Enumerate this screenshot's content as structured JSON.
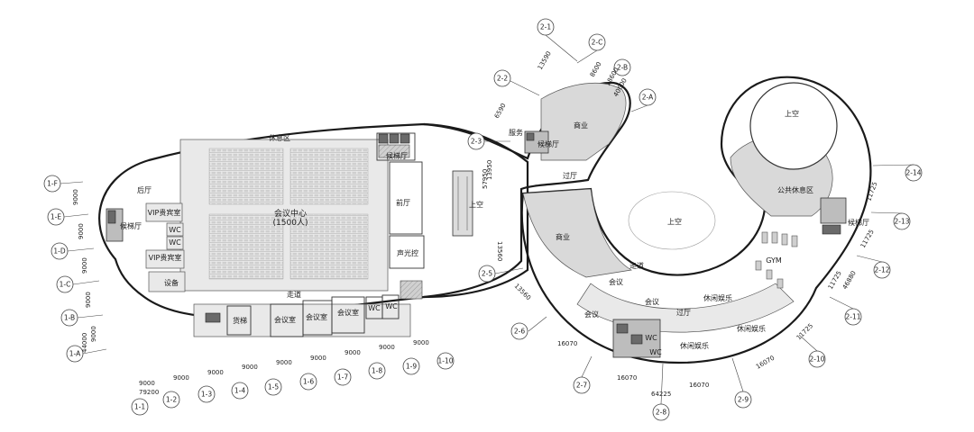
{
  "rooms": {
    "lounge_top": "休息区",
    "back_hall": "后厅",
    "vip1": "VIP贵宾室",
    "wc_a": "WC",
    "wc_b": "WC",
    "vip2": "VIP贵宾室",
    "equipment": "设备",
    "elevator_hall_left": "候梯厅",
    "conference_center": "会议中心",
    "conference_capacity": "(1500人)",
    "front_hall": "前厅",
    "av_control": "声光控",
    "corridor_left": "走道",
    "freight_elevator": "货梯",
    "meeting_room_1": "会议室",
    "meeting_room_2": "会议室",
    "meeting_room_3": "会议室",
    "wc_c": "WC",
    "wc_d": "WC",
    "elevator_hall_top": "候梯厅",
    "service": "服务",
    "commercial_top": "商业",
    "elevator_hall_mid": "候梯厅",
    "transition_top": "过厅",
    "void_link": "上空",
    "commercial_mid": "商业",
    "corridor_right": "走道",
    "meeting_a": "会议",
    "meeting_b": "会议",
    "meeting_c": "会议",
    "transition_bottom": "过厅",
    "leisure_1": "休闲娱乐",
    "leisure_2": "休闲娱乐",
    "leisure_3": "休闲娱乐",
    "wc_e": "WC",
    "wc_f": "WC",
    "void_center": "上空",
    "void_top_right": "上空",
    "public_lounge": "公共休息区",
    "elevator_hall_right": "候梯厅",
    "gym": "GYM"
  },
  "grid_left_cols": [
    "1-1",
    "1-2",
    "1-3",
    "1-4",
    "1-5",
    "1-6",
    "1-7",
    "1-8",
    "1-9",
    "1-10"
  ],
  "grid_left_rows": [
    "1-F",
    "1-E",
    "1-D",
    "1-C",
    "1-B",
    "1-A"
  ],
  "grid_right": [
    "2-1",
    "2-C",
    "2-B",
    "2-2",
    "2-A",
    "2-3",
    "2-5",
    "2-6",
    "2-7",
    "2-8",
    "2-9",
    "2-10",
    "2-11",
    "2-12",
    "2-13",
    "2-14"
  ],
  "dims": {
    "bay": "9000",
    "total_x": "79200",
    "total_y": "44000",
    "d_13590": "13590",
    "d_8600": "8600",
    "d_18600": "18600",
    "d_40600": "40600",
    "d_6590": "6590",
    "d_13950": "13950",
    "d_57950": "57950",
    "d_13560": "13560",
    "d_16070": "16070",
    "d_64225": "64225",
    "d_11725": "11725",
    "d_46880": "46880"
  }
}
